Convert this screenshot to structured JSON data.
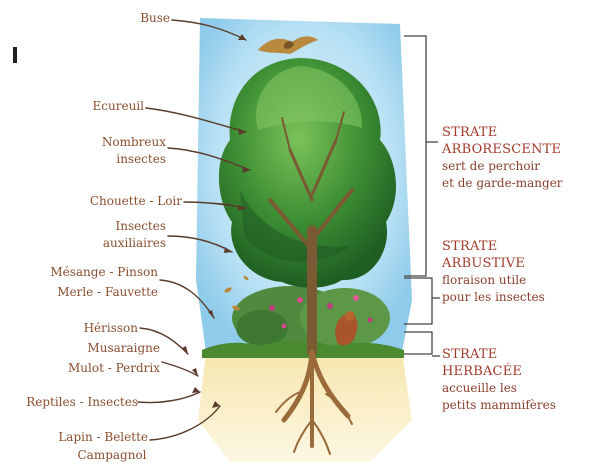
{
  "animals": {
    "buse": "Buse",
    "ecureuil": "Ecureuil",
    "nombreux_insectes": [
      "Nombreux",
      "insectes"
    ],
    "chouette_loir": "Chouette - Loir",
    "insectes_auxiliaires": [
      "Insectes",
      "auxiliaires"
    ],
    "mesange_pinson": "Mésange - Pinson",
    "merle_fauvette": "Merle - Fauvette",
    "herisson": "Hérisson",
    "musaraigne": "Musaraigne",
    "mulot_perdrix": "Mulot - Perdrix",
    "reptiles_insectes": "Reptiles - Insectes",
    "lapin_belette": "Lapin - Belette",
    "campagnol": "Campagnol"
  },
  "strata": [
    {
      "name": [
        "STRATE",
        "ARBORESCENTE"
      ],
      "description": [
        "sert de perchoir",
        "et de garde-manger"
      ]
    },
    {
      "name": [
        "STRATE",
        "ARBUSTIVE"
      ],
      "description": [
        "floraison utile",
        "pour les insectes"
      ]
    },
    {
      "name": [
        "STRATE",
        "HERBACÉE"
      ],
      "description": [
        "accueille les",
        "petits mammifères"
      ]
    }
  ],
  "colors": {
    "sky": "#a9d9f2",
    "foliage": "#2f7a2a",
    "soil": "#f3dfa0",
    "label_text": "#8a4e2e",
    "strata_text": "#a23a2a"
  }
}
